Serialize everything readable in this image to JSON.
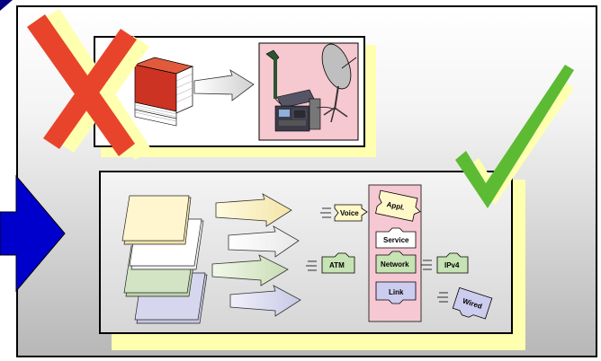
{
  "labels": {
    "voice": "Voice",
    "appl": "Appl.",
    "service": "Service",
    "atm": "ATM",
    "network": "Network",
    "ipv4": "IPv4",
    "link": "Link",
    "wired": "Wired"
  },
  "colors": {
    "cross": "#e8442c",
    "check": "#5cbb33",
    "arrow_big": "#0000cc",
    "stack_center": "#f6c8d4",
    "book": "#cc3322",
    "terminal_bg": "#f6c8d0"
  }
}
